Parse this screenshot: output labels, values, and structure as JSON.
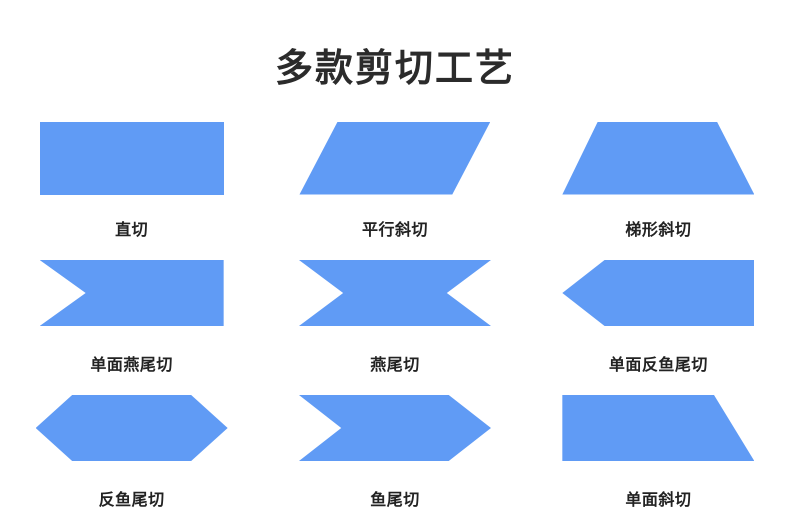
{
  "page": {
    "title": "多款剪切工艺",
    "background_color": "#ffffff",
    "shape_color": "#609BF5",
    "label_color": "#222222",
    "title_color": "#2b2b2b"
  },
  "shapes": [
    {
      "label": "直切",
      "name": "straight-cut",
      "geometry": "rectangle",
      "description": "矩形：两端垂直直边"
    },
    {
      "label": "平行斜切",
      "name": "parallel-bevel-cut",
      "geometry": "parallelogram",
      "description": "平行四边形：两端同向斜边"
    },
    {
      "label": "梯形斜切",
      "name": "trapezoid-bevel-cut",
      "geometry": "trapezoid",
      "description": "梯形：上短下长，两端外斜"
    },
    {
      "label": "单面燕尾切",
      "name": "single-dovetail-cut",
      "geometry": "left-notch-rectangle",
      "description": "左端V形内凹，右端直切"
    },
    {
      "label": "燕尾切",
      "name": "dovetail-cut",
      "geometry": "double-notch",
      "description": "两端均为V形内凹"
    },
    {
      "label": "单面反鱼尾切",
      "name": "single-reverse-fishtail-cut",
      "geometry": "left-point-rectangle",
      "description": "左端V形外凸，右端直切"
    },
    {
      "label": "反鱼尾切",
      "name": "reverse-fishtail-cut",
      "geometry": "hexagon",
      "description": "两端均为V形外凸"
    },
    {
      "label": "鱼尾切",
      "name": "fishtail-cut",
      "geometry": "chevron",
      "description": "左端V形内凹，右端V形外凸"
    },
    {
      "label": "单面斜切",
      "name": "single-bevel-cut",
      "geometry": "right-trapezoid",
      "description": "左端垂直，右端单侧斜边"
    }
  ]
}
